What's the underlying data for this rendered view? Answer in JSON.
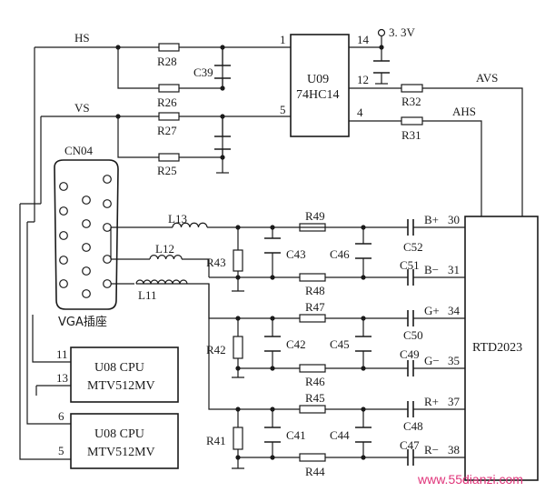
{
  "signals": {
    "hs": "HS",
    "vs": "VS",
    "avs": "AVS",
    "ahs": "AHS"
  },
  "supply": "3. 3V",
  "ic_u09": {
    "ref": "U09",
    "part": "74HC14",
    "pins": [
      "1",
      "5",
      "14",
      "12",
      "4"
    ]
  },
  "ic_rtd": {
    "part": "RTD2023",
    "pins": [
      "30",
      "31",
      "34",
      "35",
      "37",
      "38"
    ]
  },
  "resistors": [
    "R28",
    "R26",
    "R27",
    "R25",
    "R32",
    "R31",
    "R49",
    "R48",
    "R47",
    "R46",
    "R45",
    "R44",
    "R43",
    "R42",
    "R41"
  ],
  "capacitors": [
    "C39",
    "C43",
    "C46",
    "C42",
    "C45",
    "C41",
    "C44",
    "C52",
    "C51",
    "C50",
    "C49",
    "C48",
    "C47"
  ],
  "inductors": [
    "L13",
    "L12",
    "L11"
  ],
  "connector": {
    "ref": "CN04",
    "caption": "VGA插座"
  },
  "cpu1": {
    "line1": "U08 CPU",
    "line2": "MTV512MV",
    "pins": [
      "11",
      "13"
    ]
  },
  "cpu2": {
    "line1": "U08 CPU",
    "line2": "MTV512MV",
    "pins": [
      "6",
      "5"
    ]
  },
  "inputs": [
    "B+",
    "B−",
    "G+",
    "G−",
    "R+",
    "R−"
  ],
  "watermark": "www.55dianzi.com"
}
